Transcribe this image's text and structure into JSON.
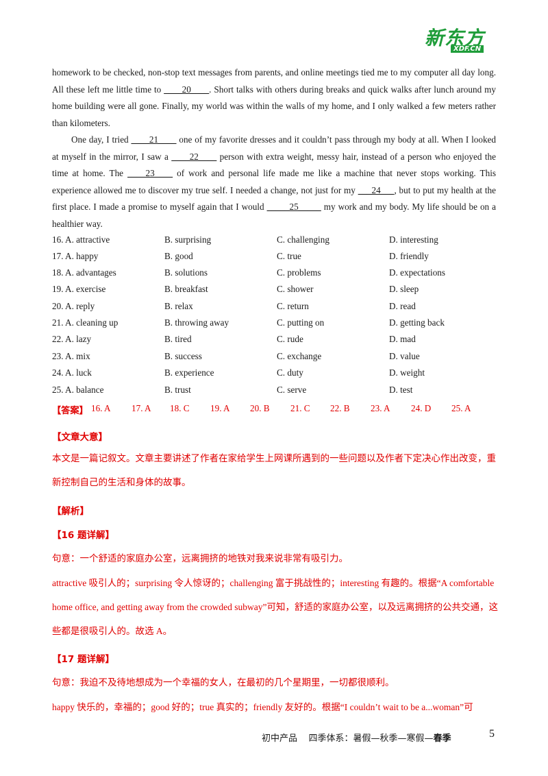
{
  "logo": {
    "cn": "新东方",
    "en": "XDF.CN"
  },
  "passage": {
    "p1": {
      "t1": "homework to be checked, non-stop text messages from parents, and online meetings tied me to my computer all day long. All these left me little time to ",
      "b1": "____20____",
      "t2": ". Short talks with others during breaks and quick walks after lunch around my home building were all gone. Finally, my world was within the walls of my home, and I only walked a few meters rather than kilometers."
    },
    "p2": {
      "t1": "One day, I tried ",
      "b1": "____21____",
      "t2": " one of my favorite dresses and it couldn’t pass through my body at all. When I looked at myself in the mirror, I saw a ",
      "b2": "____22____",
      "t3": " person with extra weight, messy hair, instead of a person who enjoyed the time at home. The ",
      "b3": "____23____",
      "t4": " of work and personal life made me like a machine that never stops working. This experience allowed me to discover my true self. I needed a change, not just for my ",
      "b4": "___24___",
      "t5": ", but to put my health at the first place. I made a promise to myself again that I would ",
      "b5": "_____25_____",
      "t6": " my work and my body. My life should be on a healthier way."
    }
  },
  "options": [
    [
      "16. A. attractive",
      "B. surprising",
      "C. challenging",
      "D. interesting"
    ],
    [
      "17. A. happy",
      "B. good",
      "C. true",
      "D. friendly"
    ],
    [
      "18. A. advantages",
      "B. solutions",
      "C. problems",
      "D. expectations"
    ],
    [
      "19. A. exercise",
      "B. breakfast",
      "C. shower",
      "D. sleep"
    ],
    [
      "20. A. reply",
      "B. relax",
      "C. return",
      "D. read"
    ],
    [
      "21. A. cleaning up",
      "B. throwing away",
      "C. putting on",
      "D. getting back"
    ],
    [
      "22. A. lazy",
      "B. tired",
      "C. rude",
      "D. mad"
    ],
    [
      "23. A. mix",
      "B. success",
      "C. exchange",
      "D. value"
    ],
    [
      "24. A. luck",
      "B. experience",
      "C. duty",
      "D. weight"
    ],
    [
      "25. A. balance",
      "B. trust",
      "C. serve",
      "D. test"
    ]
  ],
  "answers": {
    "label": "【答案】",
    "items": [
      "16. A",
      "17. A",
      "18. C",
      "19. A",
      "20. B",
      "21. C",
      "22. B",
      "23. A",
      "24. D",
      "25. A"
    ]
  },
  "summary": {
    "heading": "【文章大意】",
    "text": "本文是一篇记叙文。文章主要讲述了作者在家给学生上网课所遇到的一些问题以及作者下定决心作出改变，重新控制自己的生活和身体的故事。"
  },
  "analysis": {
    "heading": "【解析】"
  },
  "q16": {
    "heading": "【16 题详解】",
    "meaning": "句意：一个舒适的家庭办公室，远离拥挤的地铁对我来说非常有吸引力。",
    "explain": "attractive 吸引人的；surprising 令人惊讶的；challenging 富于挑战性的；interesting 有趣的。根据“A comfortable home office, and getting away from the crowded subway”可知，舒适的家庭办公室，以及远离拥挤的公共交通，这些都是很吸引人的。故选 A。"
  },
  "q17": {
    "heading": "【17 题详解】",
    "meaning": "句意：我迫不及待地想成为一个幸福的女人，在最初的几个星期里，一切都很顺利。",
    "explain": "happy 快乐的，幸福的；good 好的；true 真实的；friendly 友好的。根据“I couldn’t wait to be a...woman”可"
  },
  "footer": {
    "product": "初中产品",
    "system": "四季体系：暑假—秋季—寒假—",
    "season": "春季",
    "page": "5"
  }
}
